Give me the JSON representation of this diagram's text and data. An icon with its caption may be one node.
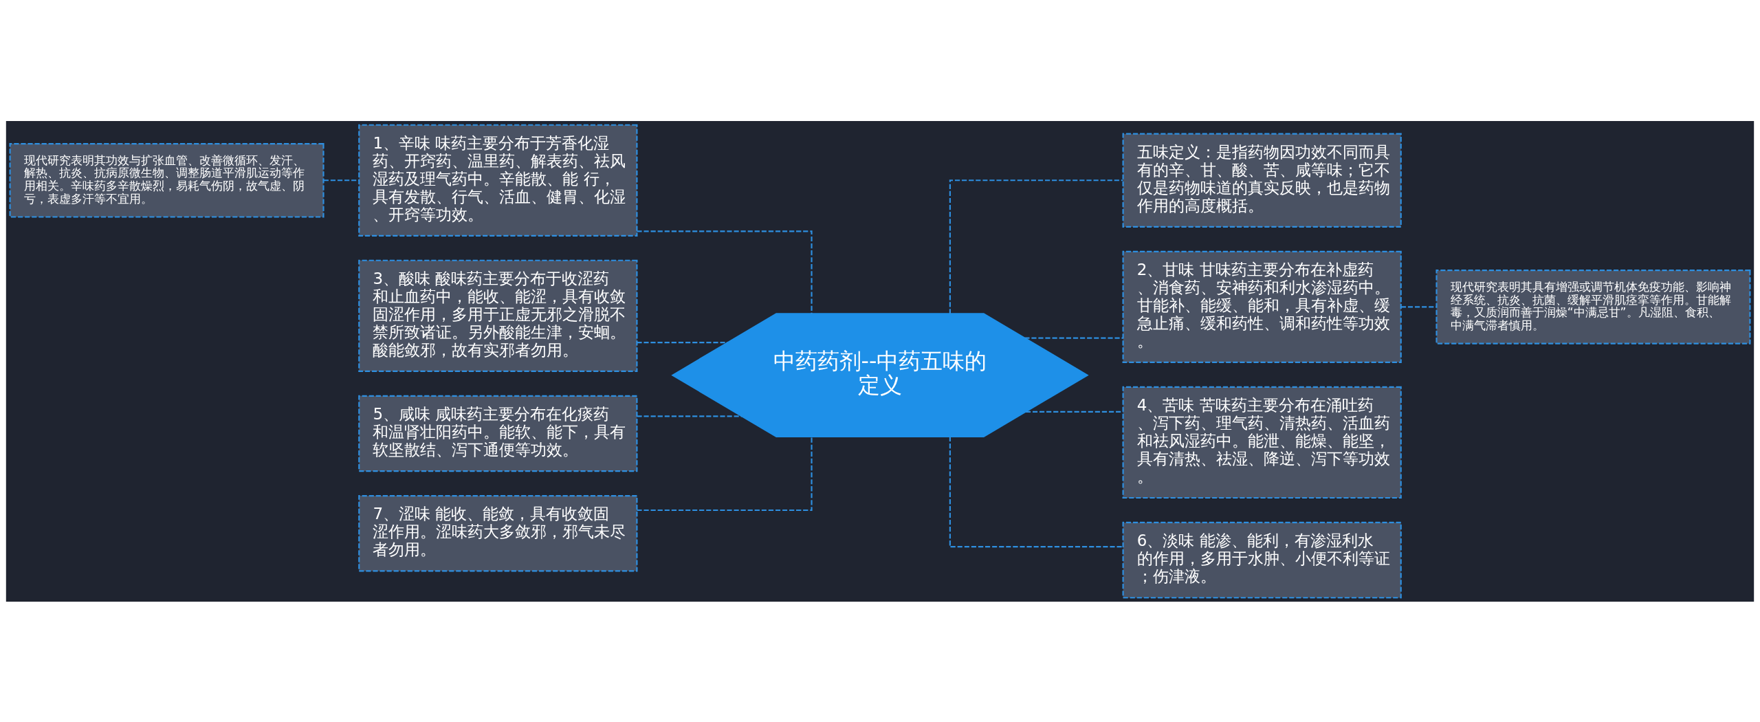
{
  "diagram": {
    "nodes": [
      {
        "text": [
          "中药药剂--中药五味的定义"
        ]
      },
      {
        "text": [
          "1、辛味 味药主要分布于芳香化湿药、开窍药、温里药、解表药、祛风湿药及理气药中。辛能散、能 行，具有发散、行气、活血、健胃、化湿、开窍等功效。"
        ]
      },
      {
        "text": [
          "现代研究表明其功效与扩张血管、改善微循环、发汗、解热、抗炎、抗病原微生物、调整肠道平滑肌运动等作用相关。辛味药多辛散燥烈，易耗气伤阴，故气虚、阴亏，表虚多汗等不宜用。"
        ]
      },
      {
        "text": [
          "3、酸味 酸味药主要分布于收涩药和止血药中，能收、能涩，具有收敛固涩作用，多用于正虚无邪之滑脱不禁所致诸证。另外酸能生津，安蛔。酸能敛邪，故有实邪者勿用。"
        ]
      },
      {
        "text": [
          "5、咸味 咸味药主要分布在化痰药和温肾壮阳药中。能软、能下，具有软坚散结、泻下通便等功效。"
        ]
      },
      {
        "text": [
          "7、涩味 能收、能敛，具有收敛固涩作用。涩味药大多敛邪，邪气未尽者勿用。"
        ]
      },
      {
        "text": [
          "五味定义：是指药物因功效不同而具有的辛、甘、酸、苦、咸等味；它不仅是药物味道的真实反映，也是药物作用的高度概括。"
        ]
      },
      {
        "text": [
          "2、甘味 甘味药主要分布在补虚药、消食药、安神药和利水渗湿药中。甘能补、能缓、能和，具有补虚、缓急止痛、缓和药性、调和药性等功效。"
        ]
      },
      {
        "text": [
          "现代研究表明其具有增强或调节机体免疫功能、影响神经系统、抗炎、抗菌、缓解平滑肌痉挛等作用。甘能解毒，又质润而善于润燥“中满忌甘”。凡湿阻、食积、中满气滞者慎用。"
        ]
      },
      {
        "text": [
          "4、苦味 苦味药主要分布在涌吐药、泻下药、理气药、清热药、活血药和祛风湿药中。能泄、能燥、能坚，具有清热、祛湿、降逆、泻下等功效。"
        ]
      },
      {
        "text": [
          "6、淡味 能渗、能利，有渗湿利水的作用，多用于水肿、小便不利等证；伤津液。"
        ]
      }
    ],
    "edges": [
      {
        "from": 0,
        "to": 1,
        "arrow": "none",
        "style": "dashed"
      },
      {
        "from": 1,
        "to": 2,
        "arrow": "none",
        "style": "dashed"
      },
      {
        "from": 0,
        "to": 3,
        "arrow": "none",
        "style": "dashed"
      },
      {
        "from": 0,
        "to": 4,
        "arrow": "none",
        "style": "dashed"
      },
      {
        "from": 0,
        "to": 5,
        "arrow": "none",
        "style": "dashed"
      },
      {
        "from": 0,
        "to": 6,
        "arrow": "none",
        "style": "dashed"
      },
      {
        "from": 0,
        "to": 7,
        "arrow": "none",
        "style": "dashed"
      },
      {
        "from": 7,
        "to": 8,
        "arrow": "none",
        "style": "dashed"
      },
      {
        "from": 0,
        "to": 9,
        "arrow": "none",
        "style": "dashed"
      },
      {
        "from": 0,
        "to": 10,
        "arrow": "none",
        "style": "dashed"
      }
    ]
  }
}
